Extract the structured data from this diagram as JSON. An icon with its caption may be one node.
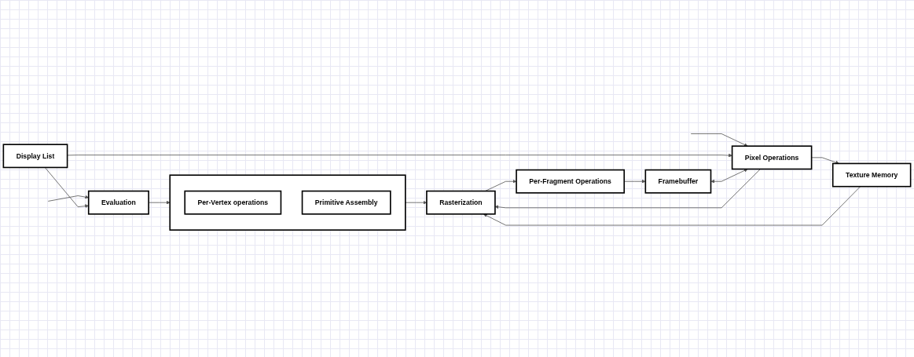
{
  "diagram": {
    "nodes": [
      {
        "text": [
          "Display List"
        ]
      },
      {
        "text": [
          "Evaluation"
        ]
      },
      {
        "text": [],
        "shape": "box"
      },
      {
        "text": [
          "Per-Vertex operations"
        ],
        "in": 2
      },
      {
        "text": [
          "Primitive Assembly"
        ],
        "in": 2
      },
      {
        "text": [
          "Rasterization"
        ]
      },
      {
        "text": [
          "Per-Fragment Operations"
        ]
      },
      {
        "text": [
          "Framebuffer"
        ]
      },
      {
        "text": [
          "Texture Memory"
        ]
      },
      {
        "text": [
          "Pixel Operations"
        ]
      }
    ],
    "edges": [
      {
        "from": null,
        "to": 1,
        "arrow": "to"
      },
      {
        "from": null,
        "to": 9,
        "arrow": "to"
      },
      {
        "from": 0,
        "to": 1,
        "arrow": "to"
      },
      {
        "from": 0,
        "to": 9,
        "arrow": "to"
      },
      {
        "from": 1,
        "to": 2,
        "arrow": "to"
      },
      {
        "from": 2,
        "to": 5,
        "arrow": "to"
      },
      {
        "from": 9,
        "to": 5,
        "arrow": "to"
      },
      {
        "from": 9,
        "to": 8,
        "arrow": "to"
      },
      {
        "from": 8,
        "to": 5,
        "arrow": "to"
      },
      {
        "from": 5,
        "to": 6,
        "arrow": "to"
      },
      {
        "from": 6,
        "to": 7,
        "arrow": "to"
      },
      {
        "from": 7,
        "to": 9,
        "arrow": "both"
      }
    ]
  }
}
